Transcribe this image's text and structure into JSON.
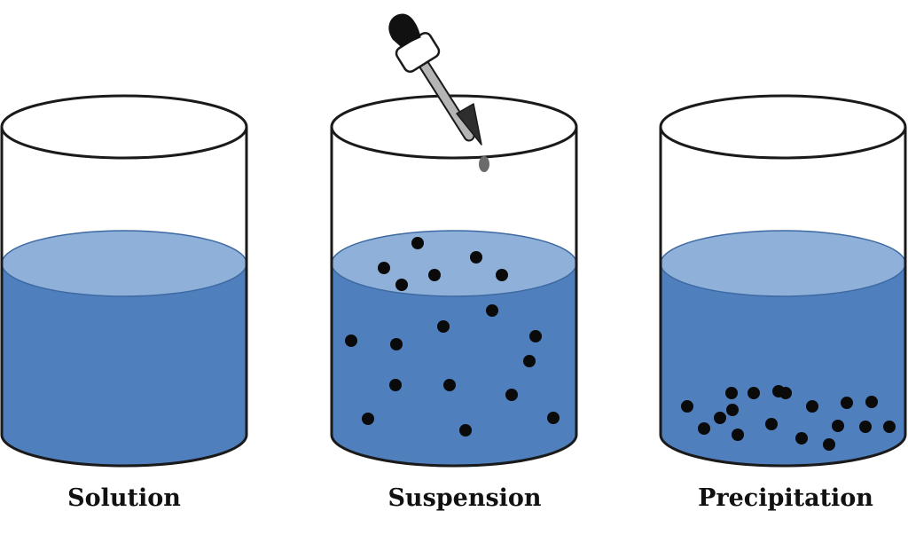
{
  "colors": {
    "liquid_body": "#4f7fbd",
    "liquid_surface": "#8fb0d9",
    "outline": "#1a1a1a",
    "particle": "#0a0a0a",
    "dropper_bulb": "#111111",
    "dropper_tube": "#b5b5b5",
    "drop": "#6b6b6b"
  },
  "beakers": [
    {
      "id": "solution",
      "label": "Solution",
      "particles": "none"
    },
    {
      "id": "suspension",
      "label": "Suspension",
      "particles": "dispersed throughout the liquid"
    },
    {
      "id": "precipitation",
      "label": "Precipitation",
      "particles": "settled at the bottom"
    }
  ],
  "icons": [
    "dropper-icon"
  ]
}
